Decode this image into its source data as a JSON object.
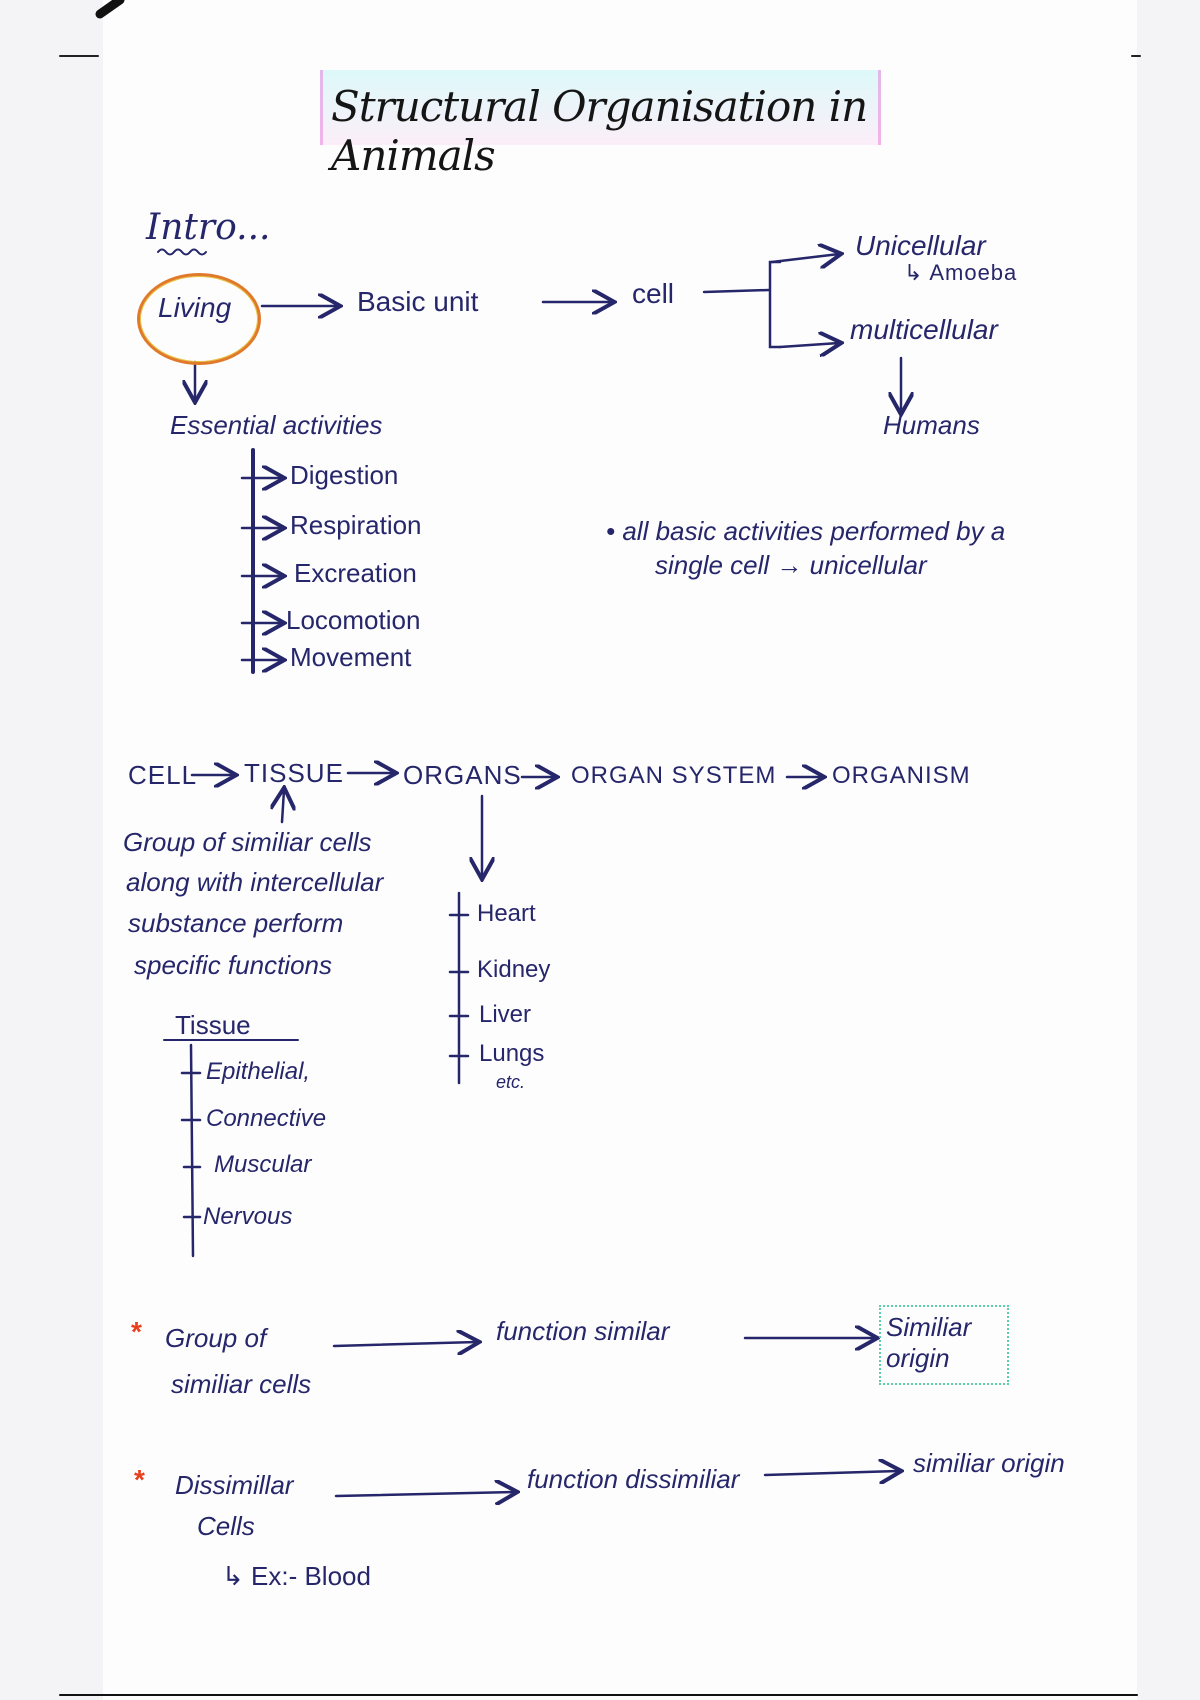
{
  "title": "Structural Organisation in Animals",
  "intro": {
    "heading": "Intro...",
    "living": "Living",
    "basic_unit": "Basic unit",
    "cell": "cell",
    "unicellular": "Unicellular",
    "amoeba": "↳ Amoeba",
    "multicellular": "multicellular",
    "humans": "Humans",
    "essential_activities": "Essential activities",
    "activities": [
      "Digestion",
      "Respiration",
      "Excreation",
      "Locomotion",
      "Movement"
    ],
    "note_line1": "• all basic activities performed by a",
    "note_line2": "single cell → unicellular"
  },
  "hierarchy": {
    "levels": [
      "CELL",
      "TISSUE",
      "ORGANS",
      "ORGAN SYSTEM",
      "ORGANISM"
    ],
    "tissue_definition": [
      "Group of similiar cells",
      "along with intercellular",
      "substance perform",
      "specific functions"
    ],
    "tissue_heading": "Tissue",
    "tissues": [
      "Epithelial,",
      "Connective",
      "Muscular",
      "Nervous"
    ],
    "organs": [
      "Heart",
      "Kidney",
      "Liver",
      "Lungs"
    ],
    "organs_etc": "etc."
  },
  "comparisons": [
    {
      "marker": "*",
      "subject_line1": "Group of",
      "subject_line2": "similiar cells",
      "function": "function similar",
      "origin": "Similiar origin"
    },
    {
      "marker": "*",
      "subject_line1": "Dissimillar",
      "subject_line2": "Cells",
      "function": "function dissimiliar",
      "origin": "similiar origin",
      "example": "↳ Ex:- Blood"
    }
  ],
  "colors": {
    "ink": "#26266a",
    "circle": "#e07a2a",
    "star": "#e8401c"
  }
}
